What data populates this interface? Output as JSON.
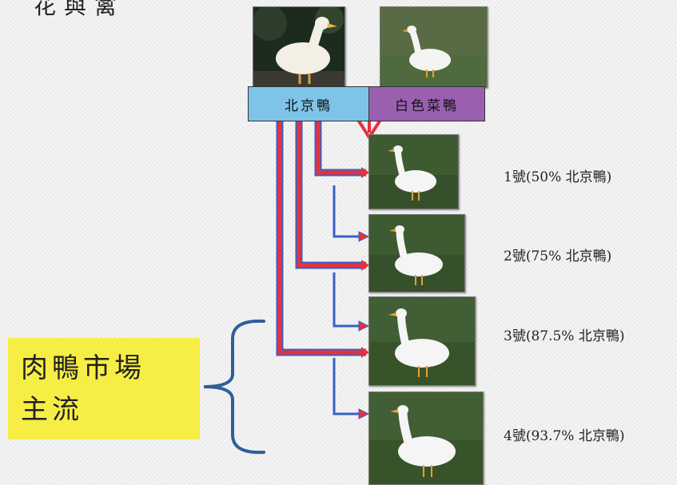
{
  "title_fragment": "花與禽",
  "breeds": {
    "left": "北京鴨",
    "right": "白色菜鴨"
  },
  "generations": [
    "1號(50% 北京鴨)",
    "2號(75% 北京鴨)",
    "3號(87.5% 北京鴨)",
    "4號(93.7% 北京鴨)"
  ],
  "market_label": {
    "line1": "肉鴨市場",
    "line2": "主流"
  },
  "colors": {
    "pekin_box": "#7ec4e8",
    "white_duck_box": "#9b5fb0",
    "arrow_red": "#e8303a",
    "arrow_blue": "#3a5fc8",
    "brace_blue": "#2f5f9a",
    "market_yellow": "#f7ee45"
  },
  "icons": {
    "photos": "duck-photo",
    "brace": "curly-brace-icon"
  }
}
